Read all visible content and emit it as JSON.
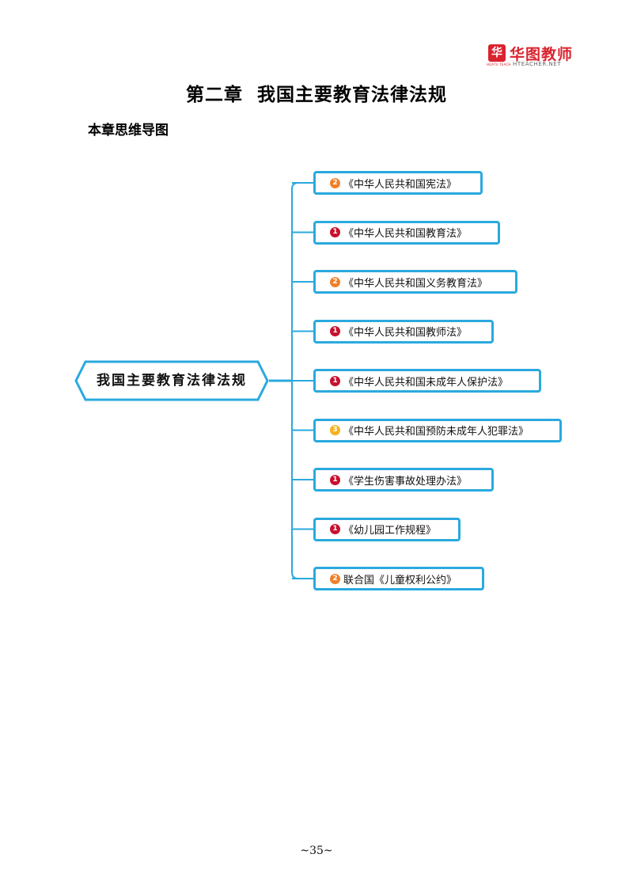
{
  "header": {
    "logo_name": "华图教师",
    "logo_url": "HTEACHER.NET",
    "logo_mark": "华",
    "logo_mark_sub": "HUATU TEACH"
  },
  "chapter_title": "第二章  我国主要教育法律法规",
  "section_title": "本章思维导图",
  "mindmap": {
    "root": "我国主要教育法律法规",
    "line_color": "#2aa9de",
    "badge_colors": {
      "1": "#c8102e",
      "2": "#f07f2a",
      "3": "#f5b21b"
    },
    "branches": [
      {
        "priority": "2",
        "label": "《中华人民共和国宪法》"
      },
      {
        "priority": "1",
        "label": "《中华人民共和国教育法》"
      },
      {
        "priority": "2",
        "label": "《中华人民共和国义务教育法》"
      },
      {
        "priority": "1",
        "label": "《中华人民共和国教师法》"
      },
      {
        "priority": "1",
        "label": "《中华人民共和国未成年人保护法》"
      },
      {
        "priority": "3",
        "label": "《中华人民共和国预防未成年人犯罪法》"
      },
      {
        "priority": "1",
        "label": "《学生伤害事故处理办法》"
      },
      {
        "priority": "1",
        "label": "《幼儿园工作规程》"
      },
      {
        "priority": "2",
        "label": "联合国《儿童权利公约》"
      }
    ]
  },
  "footer": {
    "page_number": "~35~"
  }
}
